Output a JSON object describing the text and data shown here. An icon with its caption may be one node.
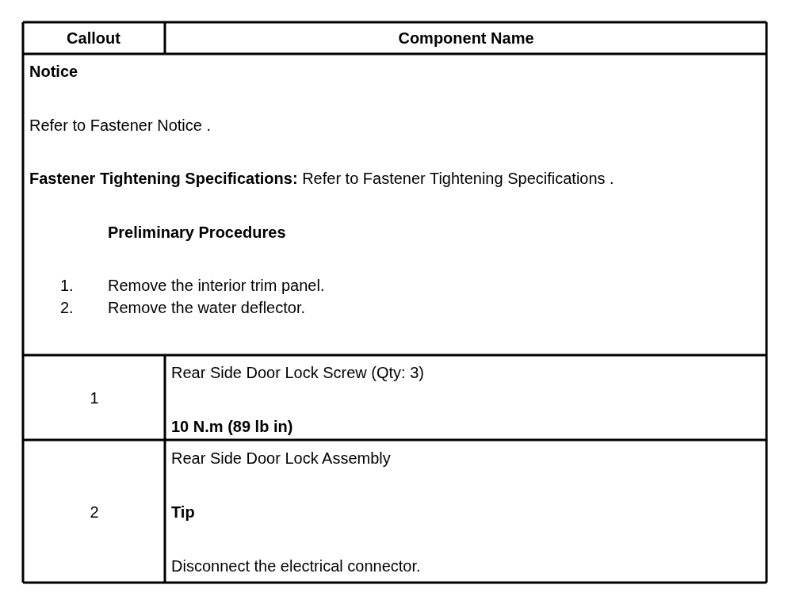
{
  "diagram": {
    "labels": [
      "Callout",
      "Component Name",
      "Notice",
      "Refer to Fastener Notice .",
      "**Fastener Tightening Specifications:** Refer to Fastener Tightening Specifications .",
      "Preliminary Procedures",
      "1.",
      "Remove the interior trim panel.",
      "2.",
      "Remove the water deflector.",
      "1",
      "Rear Side Door Lock Screw (Qty: 3)",
      "10 N.m (89 lb in)",
      "2",
      "Rear Side Door Lock Assembly",
      "Tip",
      "Disconnect the electrical connector."
    ]
  }
}
